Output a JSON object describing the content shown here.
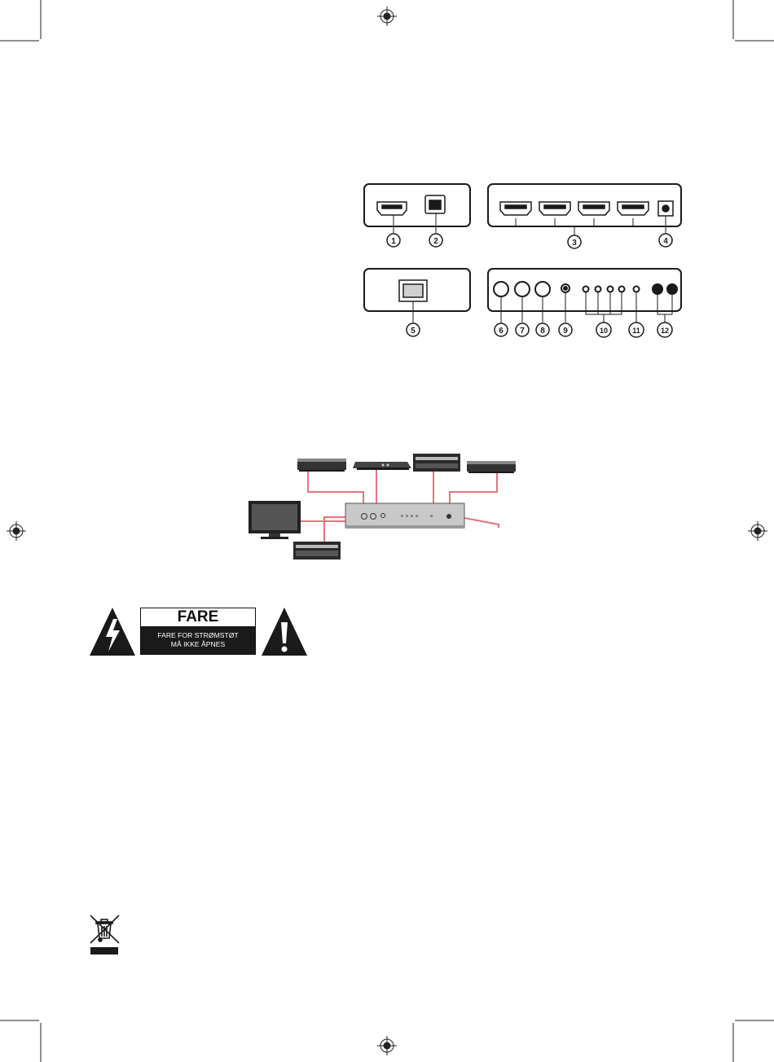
{
  "callouts": {
    "n1": "1",
    "n2": "2",
    "n3": "3",
    "n4": "4",
    "n5": "5",
    "n6": "6",
    "n7": "7",
    "n8": "8",
    "n9": "9",
    "n10": "10",
    "n11": "11",
    "n12": "12"
  },
  "warning": {
    "title": "FARE",
    "line1": "FARE FOR STRØMSTØT",
    "line2": "MÅ IKKE ÅPNES"
  },
  "colors": {
    "cable": "#e8737c",
    "ink": "#1a1a1a"
  }
}
